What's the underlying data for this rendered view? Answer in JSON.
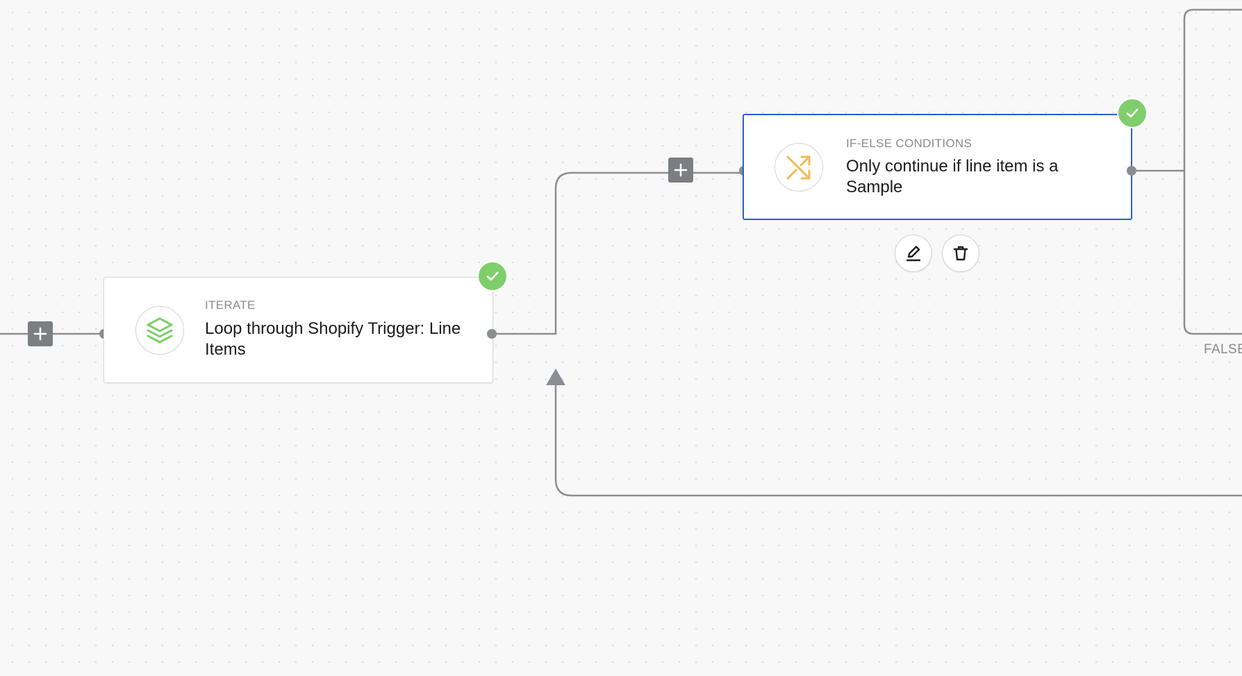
{
  "canvas": {
    "background": "#f8f8f8",
    "dot_color": "#dcdcdc",
    "connector_color": "#8a8d92"
  },
  "nodes": {
    "iterate": {
      "type_label": "ITERATE",
      "title": "Loop through Shopify Trigger: Line Items",
      "icon": "layers-icon",
      "icon_color": "#7fce6b",
      "status": "complete"
    },
    "condition": {
      "type_label": "IF-ELSE CONDITIONS",
      "title": "Only continue if line item is a Sample",
      "icon": "shuffle-icon",
      "icon_color": "#f0bb52",
      "status": "complete",
      "selected": true,
      "selected_color": "#2d5fd3"
    }
  },
  "toolbar": {
    "edit": "edit-icon",
    "delete": "trash-icon"
  },
  "branches": {
    "false_label": "FALSE"
  },
  "status_color": "#7fce6b"
}
